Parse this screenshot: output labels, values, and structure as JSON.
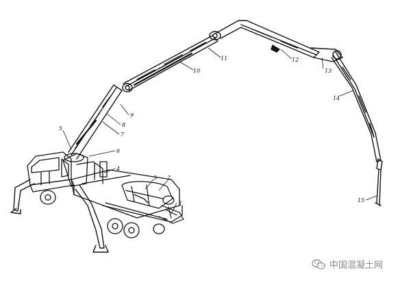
{
  "diagram": {
    "callouts": [
      "1",
      "2",
      "3",
      "4",
      "5",
      "6",
      "7",
      "8",
      "9",
      "10",
      "11",
      "12",
      "13",
      "14",
      "15"
    ]
  },
  "watermark": {
    "text": "中国混凝土网",
    "icon": "wechat-logo-icon"
  }
}
